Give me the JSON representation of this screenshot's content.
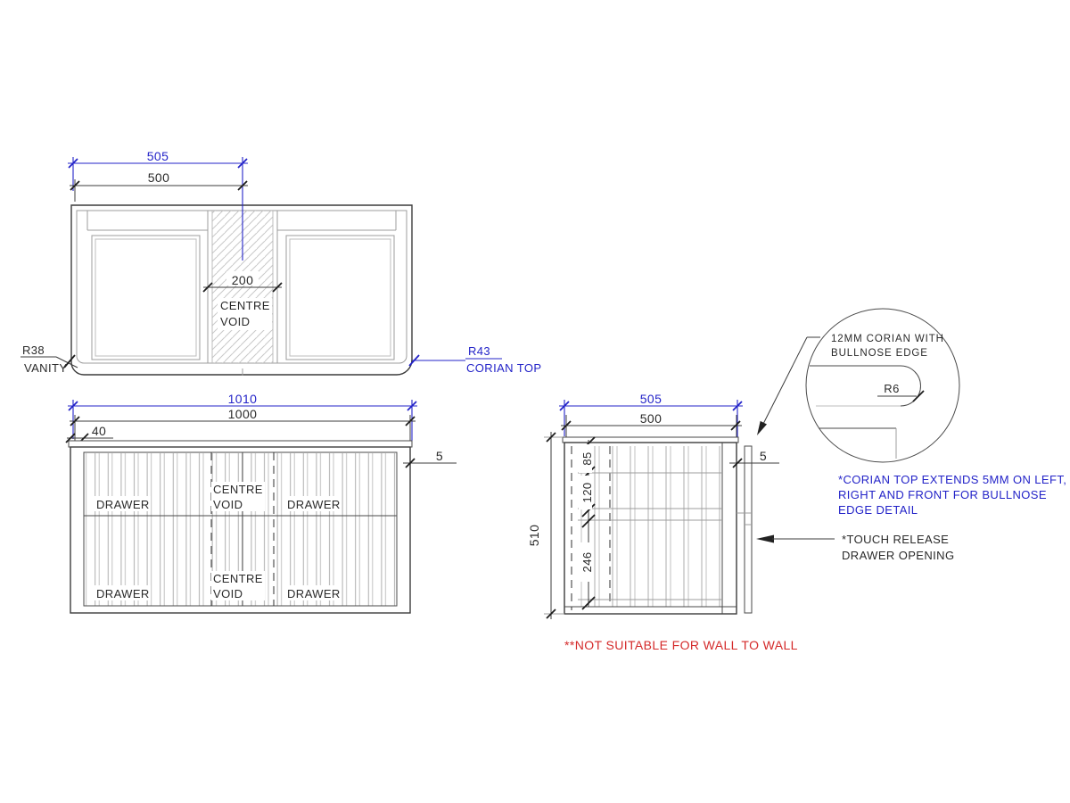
{
  "colors": {
    "dimension_blue": "#2323c8",
    "warning_red": "#d42a2a",
    "line_black": "#3c3c3c",
    "line_gray": "#9c9c9c"
  },
  "plan": {
    "dim_top": "505",
    "dim_inner": "500",
    "dim_void": "200",
    "void_label_1": "CENTRE",
    "void_label_2": "VOID",
    "radius_left": "R38",
    "label_left": "VANITY",
    "radius_right": "R43",
    "label_right": "CORIAN TOP"
  },
  "front": {
    "dim_overall": "1010",
    "dim_carcass": "1000",
    "dim_side": "40",
    "dim_overhang": "5",
    "drawer": "DRAWER",
    "void_label_1": "CENTRE",
    "void_label_2": "VOID"
  },
  "side": {
    "dim_overall": "505",
    "dim_carcass": "500",
    "dim_height": "510",
    "dim_top_drawer": "85",
    "dim_mid": "120",
    "dim_bottom_drawer": "246",
    "dim_overhang": "5"
  },
  "detail": {
    "callout_line1": "12MM CORIAN WITH",
    "callout_line2": "BULLNOSE EDGE",
    "radius": "R6"
  },
  "notes": {
    "corian_1": "*CORIAN TOP EXTENDS 5MM ON LEFT,",
    "corian_2": "RIGHT AND FRONT FOR BULLNOSE",
    "corian_3": "EDGE DETAIL",
    "touch_1": "*TOUCH RELEASE",
    "touch_2": "DRAWER OPENING",
    "wall": "**NOT SUITABLE FOR WALL TO WALL"
  }
}
